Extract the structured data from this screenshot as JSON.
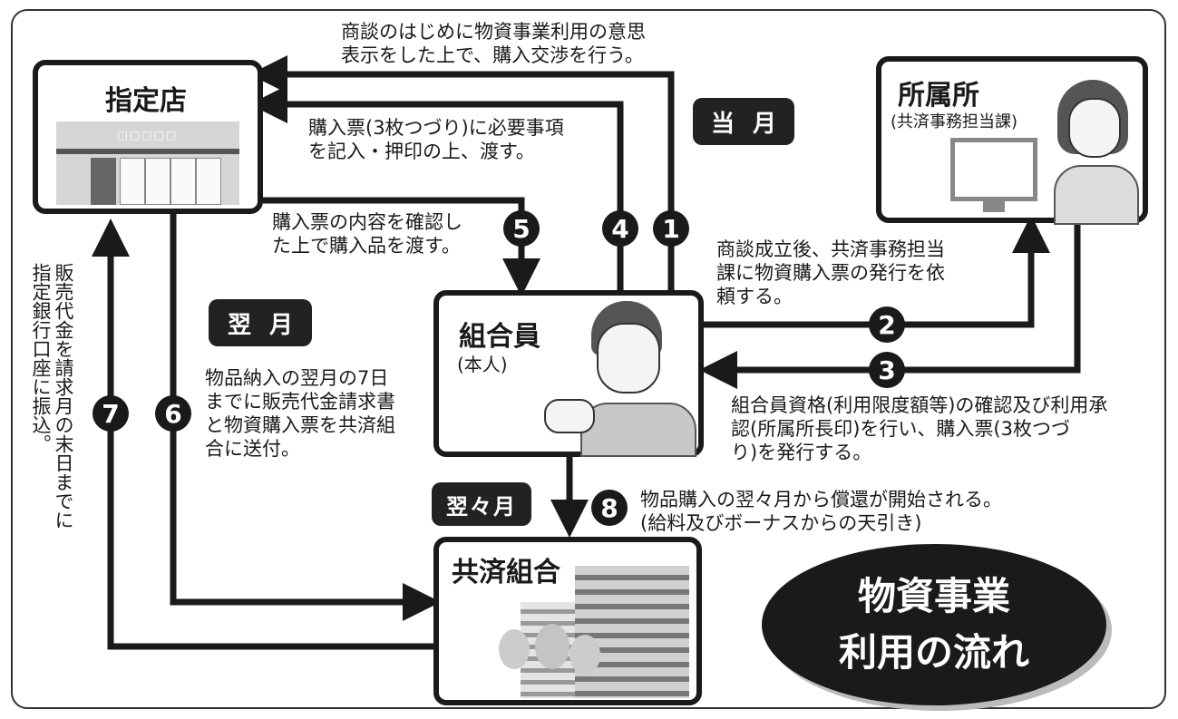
{
  "boxes": {
    "store": {
      "title": "指定店",
      "sign": "□□□□□"
    },
    "office": {
      "title": "所属所",
      "subtitle": "(共済事務担当課)"
    },
    "member": {
      "title": "組合員",
      "subtitle": "(本人)"
    },
    "association": {
      "title": "共済組合"
    }
  },
  "months": {
    "current": "当月",
    "next": "翌月",
    "after_next": "翌々月"
  },
  "steps": {
    "s1": {
      "num": "1",
      "text": "商談のはじめに物資事業利用の意思\n表示をした上で、購入交渉を行う。"
    },
    "s2": {
      "num": "2",
      "text": "商談成立後、共済事務担当\n課に物資購入票の発行を依\n頼する。"
    },
    "s3": {
      "num": "3",
      "text": "組合員資格(利用限度額等)の確認及び利用承\n認(所属所長印)を行い、購入票(3枚つづ\nり)を発行する。"
    },
    "s4": {
      "num": "4",
      "text": "購入票(3枚つづり)に必要事項\nを記入・押印の上、渡す。"
    },
    "s5": {
      "num": "5",
      "text": "購入票の内容を確認し\nた上で購入品を渡す。"
    },
    "s6": {
      "num": "6",
      "text": "物品納入の翌月の7日\nまでに販売代金請求書\nと物資購入票を共済組\n合に送付。"
    },
    "s7": {
      "num": "7",
      "text": "販売代金を請求月の末日までに\n指定銀行口座に振込。"
    },
    "s8": {
      "num": "8",
      "text": "物品購入の翌々月から償還が開始される。\n(給料及びボーナスからの天引き)"
    }
  },
  "badge": {
    "line1": "物資事業",
    "line2": "利用の流れ"
  }
}
